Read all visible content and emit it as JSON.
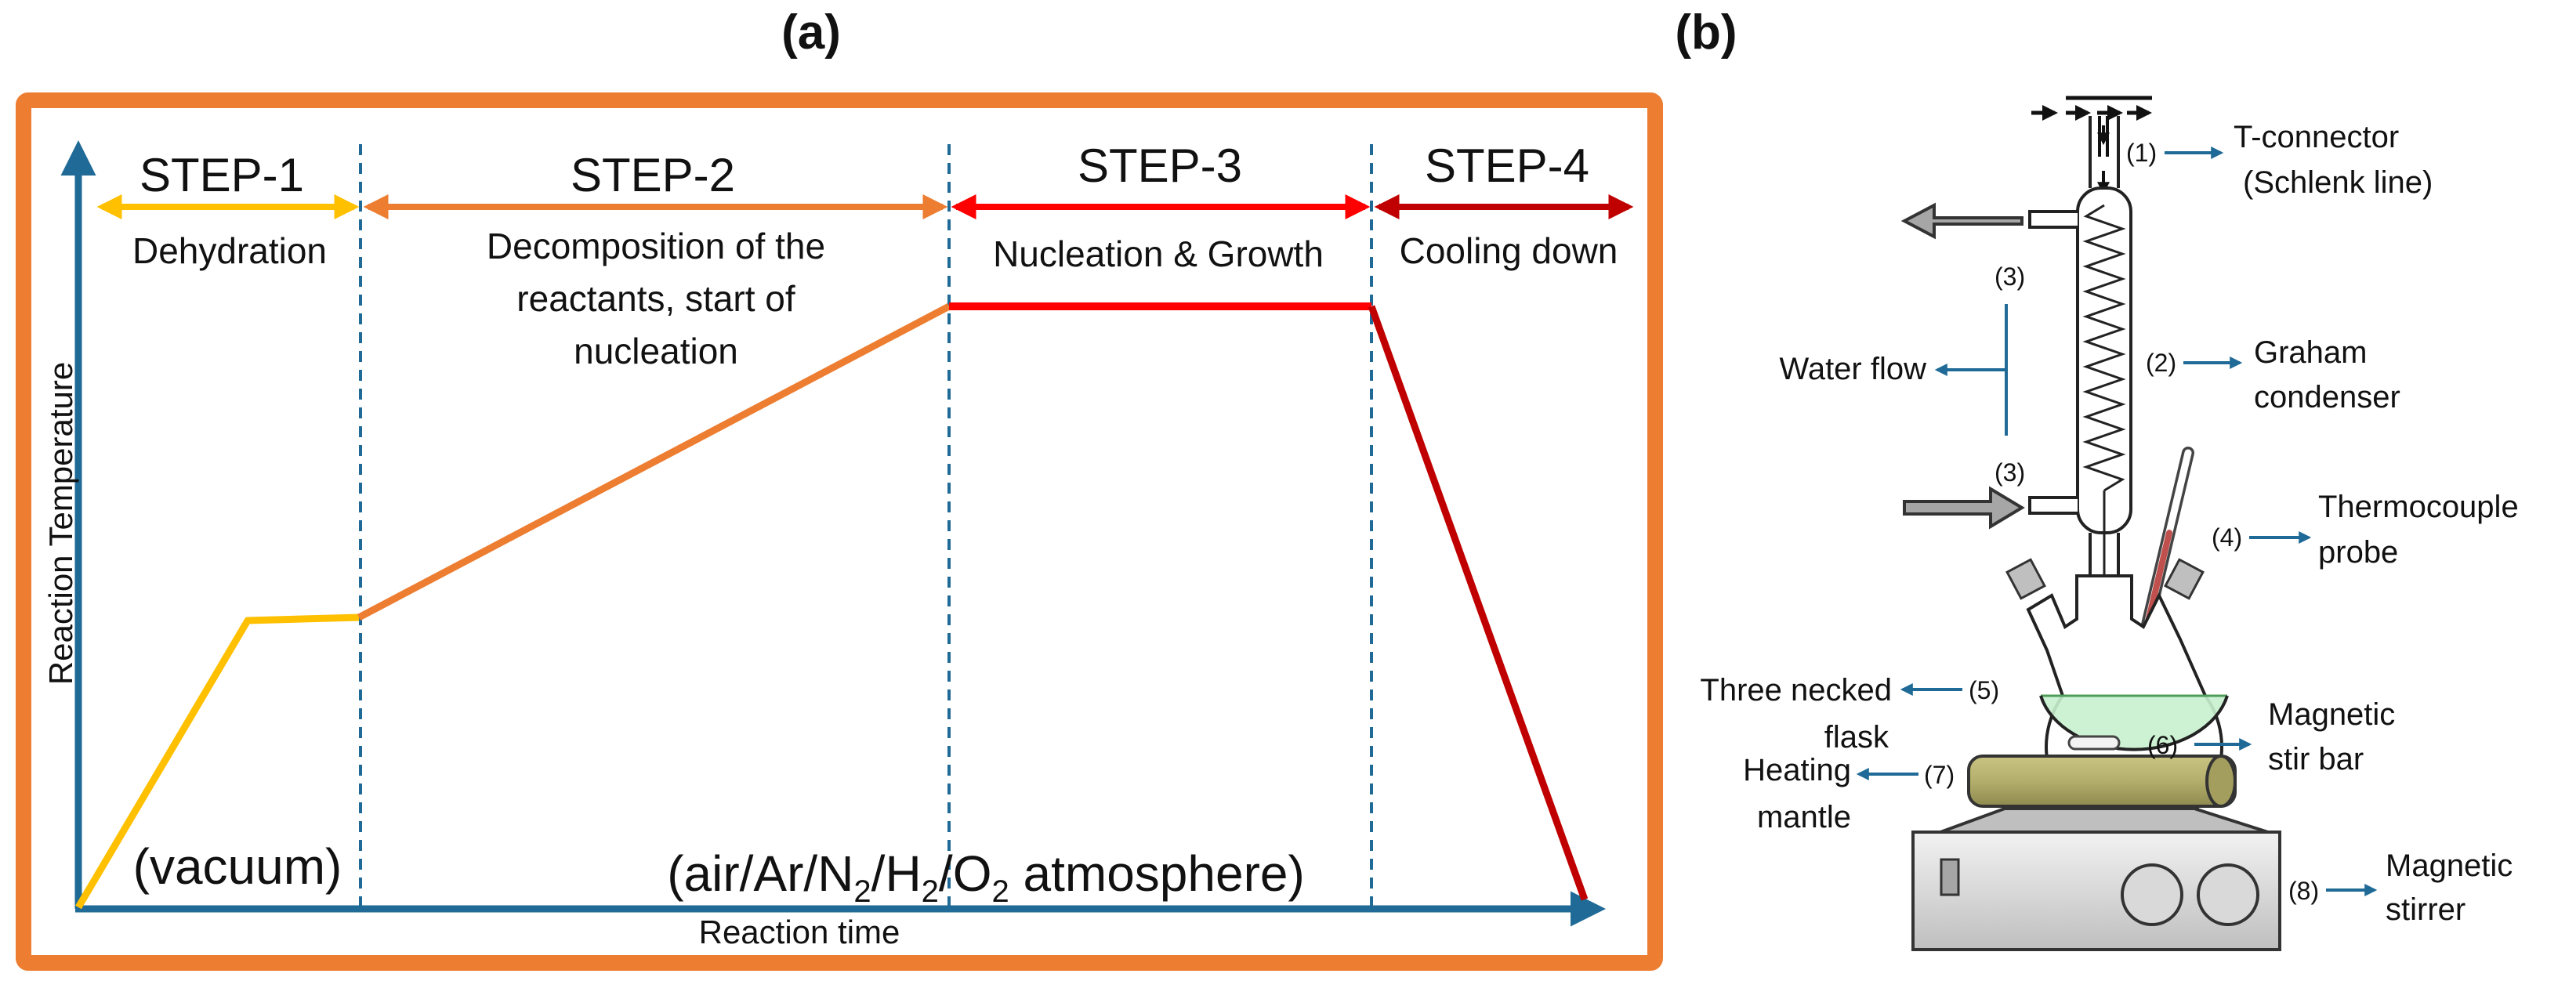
{
  "panel_a": {
    "label": "(a)",
    "steps": [
      {
        "title": "STEP-1",
        "desc": [
          "Dehydration"
        ]
      },
      {
        "title": "STEP-2",
        "desc": [
          "Decomposition of the",
          "reactants, start of",
          "nucleation"
        ]
      },
      {
        "title": "STEP-3",
        "desc": [
          "Nucleation & Growth"
        ]
      },
      {
        "title": "STEP-4",
        "desc": [
          "Cooling down"
        ]
      }
    ],
    "atmosphere_vacuum": "(vacuum)",
    "atmosphere_gas": {
      "prefix": "(air/Ar/N",
      "sub1": "2",
      "mid1": "/H",
      "sub2": "2",
      "mid2": "/O",
      "sub3": "2",
      "suffix": " atmosphere)"
    },
    "x_axis_label": "Reaction time",
    "y_axis_label": "Reaction Temperature",
    "colors": {
      "frame": "#ED7D31",
      "axis": "#1F6A96",
      "step1": "#FFC000",
      "step2": "#ED7D31",
      "step3": "#FF0000",
      "step4": "#C00000",
      "divider": "#1F6A96"
    }
  },
  "panel_b": {
    "label": "(b)",
    "labels": {
      "t_connector_num": "(1)",
      "t_connector_line1": "T-connector",
      "t_connector_line2": "(Schlenk line)",
      "condenser_num": "(2)",
      "condenser_line1": "Graham",
      "condenser_line2": "condenser",
      "water_num_top": "(3)",
      "water_num_bottom": "(3)",
      "water_flow": "Water flow",
      "thermo_num": "(4)",
      "thermo_line1": "Thermocouple",
      "thermo_line2": "probe",
      "flask_num": "(5)",
      "flask_line1": "Three necked",
      "flask_line2": "flask",
      "stirbar_num": "(6)",
      "stirbar_line1": "Magnetic",
      "stirbar_line2": "stir bar",
      "mantle_num": "(7)",
      "mantle_line1": "Heating",
      "mantle_line2": "mantle",
      "stirrer_num": "(8)",
      "stirrer_line1": "Magnetic",
      "stirrer_line2": "stirrer"
    },
    "colors": {
      "arrow": "#1F6A96",
      "liquid": "#C6EFCE",
      "mantle": "#B3AE6B",
      "stirrer": "#D9D9D9"
    }
  }
}
